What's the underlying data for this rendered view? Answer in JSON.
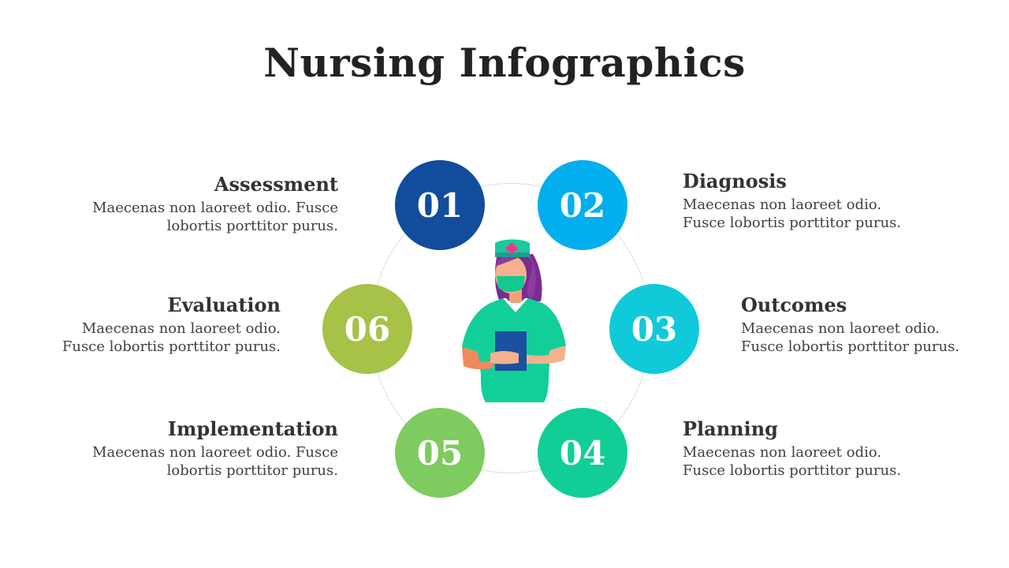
{
  "title": "Nursing Infographics",
  "steps": [
    {
      "number": "01",
      "heading": "Assessment",
      "desc_line1": "Maecenas non laoreet odio. Fusce",
      "desc_line2": "lobortis porttitor purus.",
      "color": "#124C9C"
    },
    {
      "number": "02",
      "heading": "Diagnosis",
      "desc_line1": "Maecenas non laoreet odio.",
      "desc_line2": "Fusce lobortis porttitor purus.",
      "color": "#03AEEF"
    },
    {
      "number": "03",
      "heading": "Outcomes",
      "desc_line1": "Maecenas non laoreet odio.",
      "desc_line2": "Fusce lobortis porttitor purus.",
      "color": "#10CAD9"
    },
    {
      "number": "04",
      "heading": "Planning",
      "desc_line1": "Maecenas non laoreet odio.",
      "desc_line2": "Fusce lobortis porttitor purus.",
      "color": "#11CE97"
    },
    {
      "number": "05",
      "heading": "Implementation",
      "desc_line1": "Maecenas non laoreet odio. Fusce",
      "desc_line2": "lobortis porttitor purus.",
      "color": "#7ECB5F"
    },
    {
      "number": "06",
      "heading": "Evaluation",
      "desc_line1": "Maecenas non laoreet odio.",
      "desc_line2": "Fusce lobortis porttitor purus.",
      "color": "#A6C247"
    }
  ],
  "illustration": {
    "name": "nurse-illustration"
  }
}
